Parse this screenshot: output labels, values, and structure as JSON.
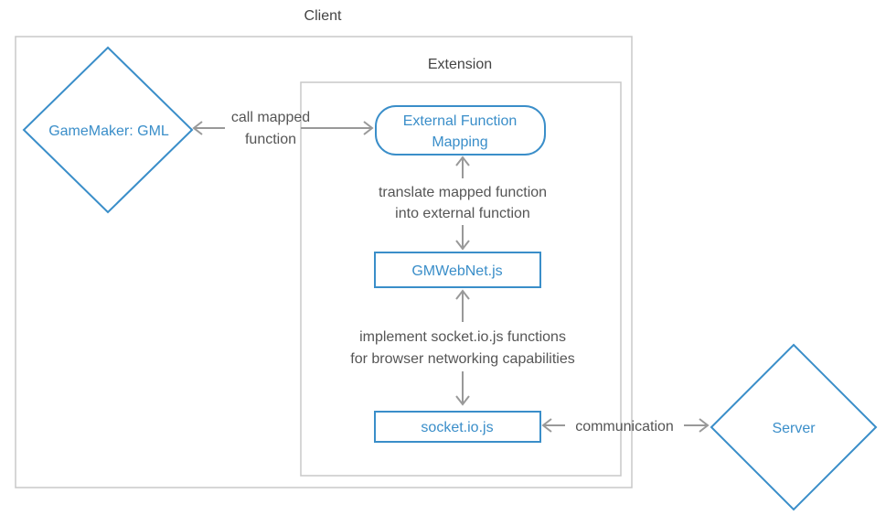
{
  "containers": {
    "client": {
      "title": "Client"
    },
    "extension": {
      "title": "Extension"
    }
  },
  "nodes": {
    "gamemaker": {
      "label": "GameMaker: GML"
    },
    "external_mapping": {
      "line1": "External Function",
      "line2": "Mapping"
    },
    "gmwebnet": {
      "label": "GMWebNet.js"
    },
    "socketio": {
      "label": "socket.io.js"
    },
    "server": {
      "label": "Server"
    }
  },
  "edges": {
    "call_mapped": {
      "line1": "call mapped",
      "line2": "function"
    },
    "translate": {
      "line1": "translate mapped function",
      "line2": "into external function"
    },
    "implement": {
      "line1": "implement socket.io.js functions",
      "line2": "for browser networking capabilities"
    },
    "communication": {
      "label": "communication"
    }
  },
  "colors": {
    "node_stroke": "#3a8ec9",
    "container_stroke": "#c8c8c8",
    "arrow": "#999999"
  }
}
